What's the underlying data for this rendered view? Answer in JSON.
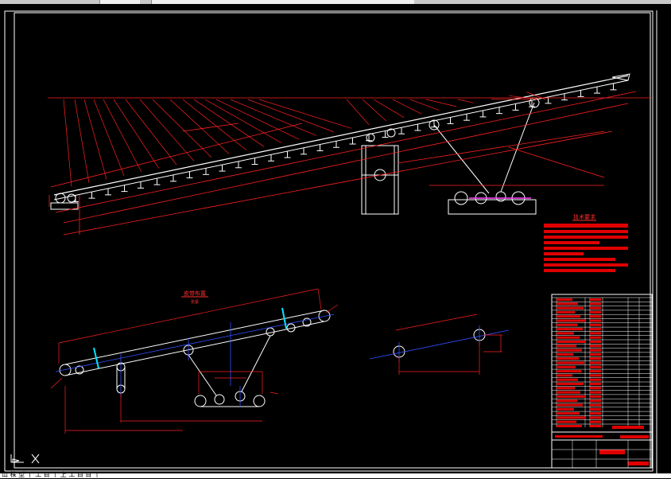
{
  "app": {
    "background": "#000000",
    "frame_color": "#ffffff"
  },
  "colors": {
    "dimension": "#ff2020",
    "geometry": "#ffffff",
    "centerline": "#3050ff",
    "accent": "#00e5ff",
    "text_block": "#e00000"
  },
  "drawing": {
    "tech_req_title": "技术要求",
    "belt_diagram_title": "皮带布置",
    "belt_diagram_subtitle": "张紧"
  },
  "icons": {
    "ucs": "ucs-icon",
    "cursor": "crosshair-icon"
  },
  "command_line": {
    "text": "山 株 型 丨 工 目 丨 上 工 目 目 丨"
  }
}
